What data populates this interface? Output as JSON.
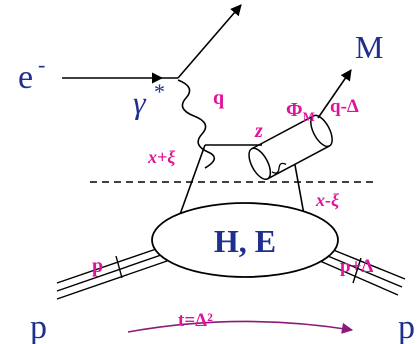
{
  "labels": {
    "electron": "e",
    "electron_sup": "-",
    "photon": "γ",
    "photon_sup": "*",
    "q": "q",
    "meson": "M",
    "q_minus_delta": "q-Δ",
    "phi_base": "Φ",
    "phi_sub": "M",
    "z": "z",
    "x_plus_xi": "x+ξ",
    "x_minus_xi": "x-ξ",
    "gpd": "H, E",
    "p_in_momentum": "p",
    "p_out_momentum": "p+Δ",
    "p_in": "p",
    "p_out": "p",
    "t_label": "t=Δ²"
  },
  "colors": {
    "navy": "#1f2f8f",
    "magenta": "#e0139c",
    "purple_arrow": "#8b1a7a",
    "line": "#000000"
  }
}
